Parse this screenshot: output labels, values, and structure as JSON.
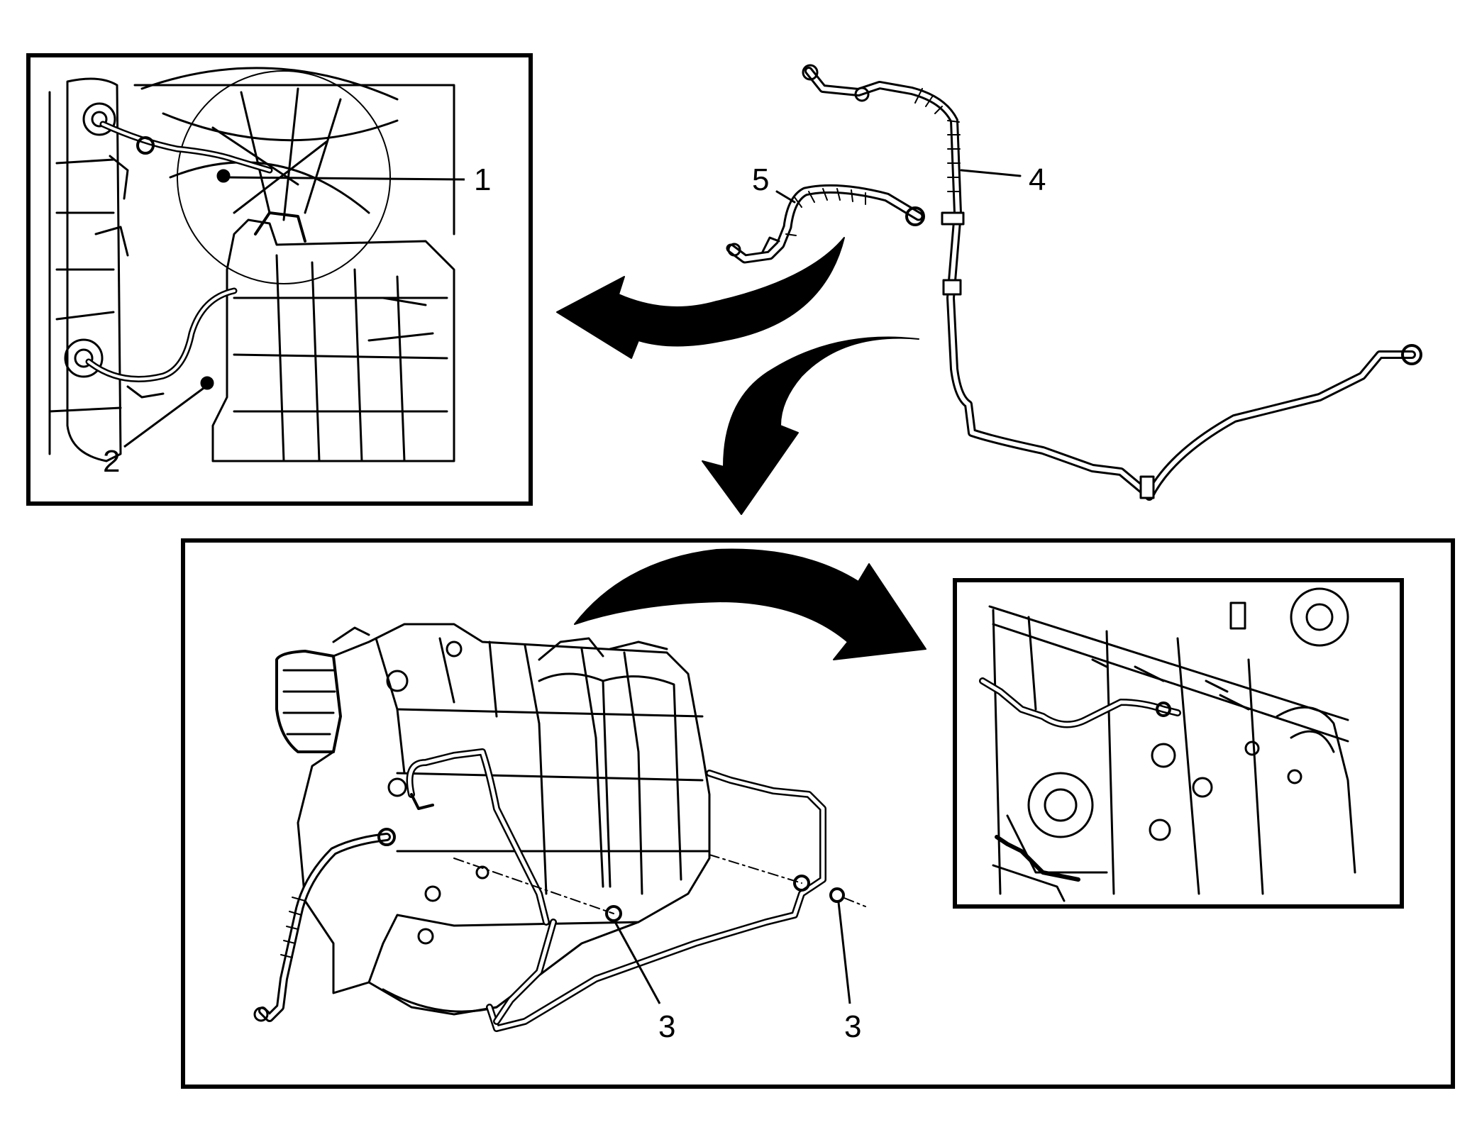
{
  "callouts": {
    "c1": "1",
    "c2": "2",
    "c3a": "3",
    "c3b": "3",
    "c4": "4",
    "c5": "5"
  },
  "colors": {
    "ink": "#000000",
    "paper": "#ffffff"
  }
}
